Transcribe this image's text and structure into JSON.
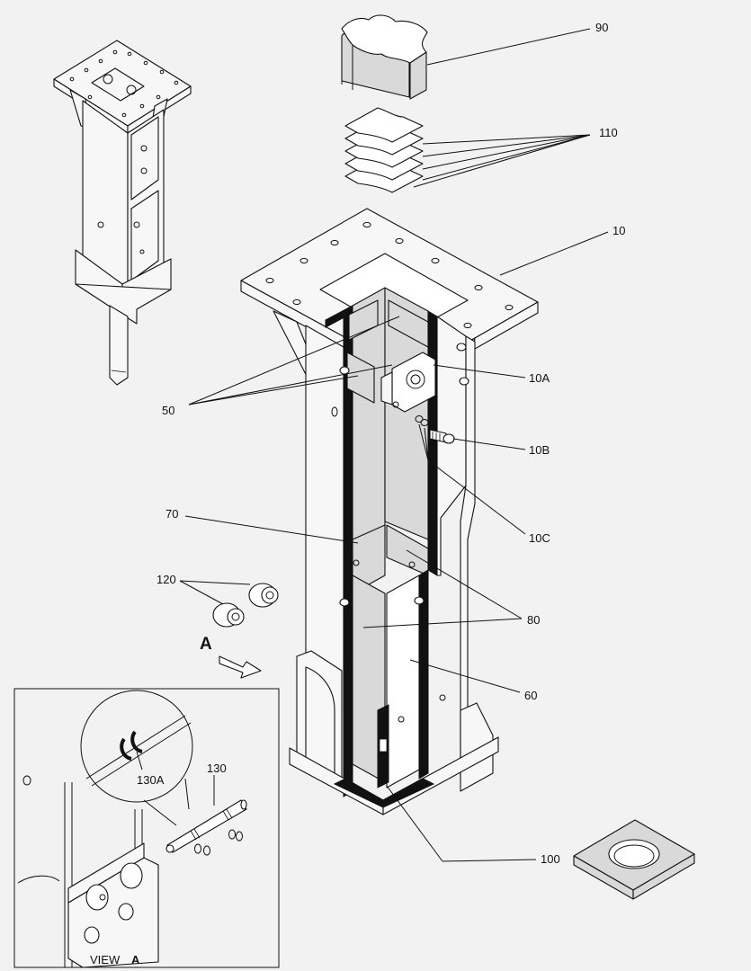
{
  "parts": [
    {
      "id": "p90",
      "label": "90"
    },
    {
      "id": "p110",
      "label": "110"
    },
    {
      "id": "p10",
      "label": "10"
    },
    {
      "id": "p10A",
      "label": "10A"
    },
    {
      "id": "p10B",
      "label": "10B"
    },
    {
      "id": "p10C",
      "label": "10C"
    },
    {
      "id": "p50",
      "label": "50"
    },
    {
      "id": "p70",
      "label": "70"
    },
    {
      "id": "p80",
      "label": "80"
    },
    {
      "id": "p120",
      "label": "120"
    },
    {
      "id": "p60",
      "label": "60"
    },
    {
      "id": "p100",
      "label": "100"
    },
    {
      "id": "p130",
      "label": "130"
    },
    {
      "id": "p130A",
      "label": "130A"
    }
  ],
  "view_arrow_letter": "A",
  "inset": {
    "caption_word": "VIEW",
    "caption_letter": "A"
  }
}
